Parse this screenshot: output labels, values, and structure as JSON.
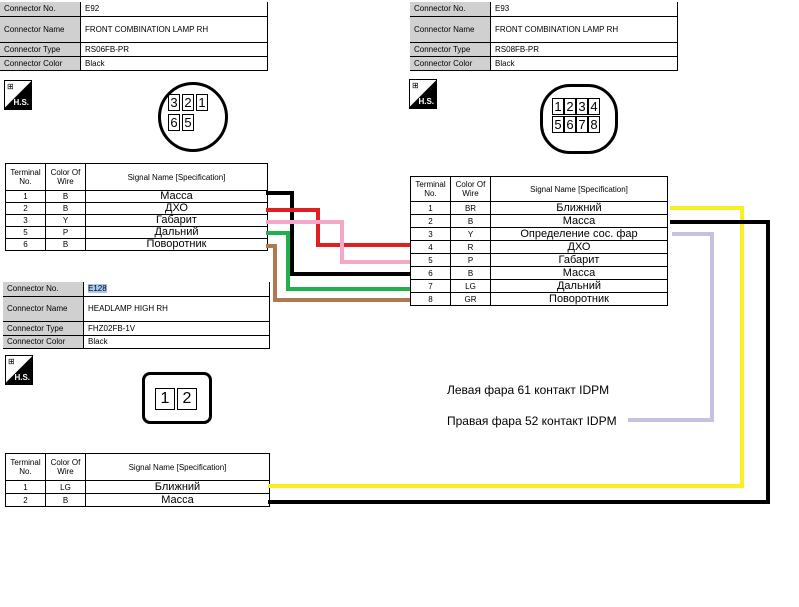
{
  "connectors": [
    {
      "no": "E92",
      "name": "FRONT COMBINATION LAMP RH",
      "type": "RS06FB-PR",
      "color": "Black"
    },
    {
      "no": "E93",
      "name": "FRONT COMBINATION LAMP RH",
      "type": "RS08FB-PR",
      "color": "Black"
    },
    {
      "no": "E128",
      "name": "HEADLAMP HIGH RH",
      "type": "FHZ02FB-1V",
      "color": "Black"
    }
  ],
  "labels": {
    "no": "Connector No.",
    "name": "Connector Name",
    "type": "Connector Type",
    "color": "Connector Color",
    "hs": "H.S.",
    "term": "Terminal No.",
    "wire": "Color Of Wire",
    "sig": "Signal Name [Specification]"
  },
  "pins": {
    "e92": [
      "3",
      "2",
      "1",
      "6",
      "5"
    ],
    "e93": [
      "1",
      "2",
      "3",
      "4",
      "5",
      "6",
      "7",
      "8"
    ],
    "e128": [
      "1",
      "2"
    ]
  },
  "table_e92": [
    [
      "1",
      "B",
      "Масса"
    ],
    [
      "2",
      "B",
      "ДХО"
    ],
    [
      "3",
      "Y",
      "Габарит"
    ],
    [
      "5",
      "P",
      "Дальний"
    ],
    [
      "6",
      "B",
      "Поворотник"
    ]
  ],
  "table_e93": [
    [
      "1",
      "BR",
      "Ближний"
    ],
    [
      "2",
      "B",
      "Масса"
    ],
    [
      "3",
      "Y",
      "Определение сос. фар"
    ],
    [
      "4",
      "R",
      "ДХО"
    ],
    [
      "5",
      "P",
      "Габарит"
    ],
    [
      "6",
      "B",
      "Масса"
    ],
    [
      "7",
      "LG",
      "Дальний"
    ],
    [
      "8",
      "GR",
      "Поворотник"
    ]
  ],
  "table_e128": [
    [
      "1",
      "LG",
      "Ближний"
    ],
    [
      "2",
      "B",
      "Масса"
    ]
  ],
  "notes": [
    "Левая фара 61 контакт IDPM",
    "Правая фара 52 контакт IDPM"
  ],
  "wire_colors": {
    "black": "#000000",
    "red": "#e02020",
    "pink": "#f4a8c8",
    "green": "#22b04c",
    "brown": "#b07850",
    "yellow": "#f8f020",
    "lavender": "#c8c0e0"
  }
}
